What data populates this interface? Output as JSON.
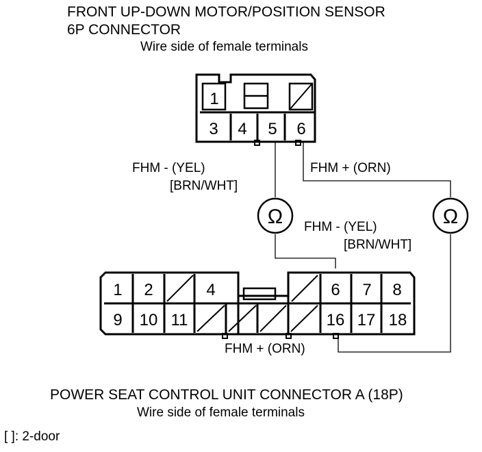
{
  "top_connector": {
    "title_line1": "FRONT UP-DOWN MOTOR/POSITION SENSOR",
    "title_line2": "6P CONNECTOR",
    "subtitle": "Wire side of female terminals",
    "pins": [
      "1",
      "3",
      "4",
      "5",
      "6"
    ]
  },
  "bottom_connector": {
    "title": "POWER SEAT CONTROL UNIT CONNECTOR A (18P)",
    "subtitle": "Wire side of female terminals",
    "pins_top": [
      "1",
      "2",
      "4",
      "6",
      "7",
      "8"
    ],
    "pins_bottom": [
      "9",
      "10",
      "11",
      "16",
      "17",
      "18"
    ]
  },
  "wires": {
    "fhm_minus_top": "FHM -  (YEL)",
    "fhm_minus_top_alt": "[BRN/WHT]",
    "fhm_plus_top": "FHM +  (ORN)",
    "fhm_minus_mid": "FHM -  (YEL)",
    "fhm_minus_mid_alt": "[BRN/WHT]",
    "fhm_plus_bottom": "FHM +  (ORN)"
  },
  "meter_symbol": "Ω",
  "note": "[ ]: 2-door"
}
